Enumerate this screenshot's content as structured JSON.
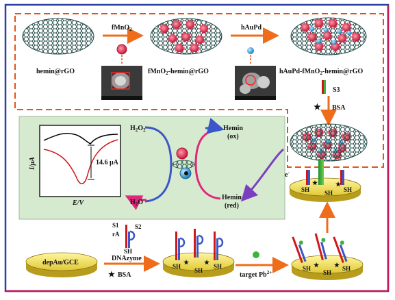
{
  "step_labels": {
    "fmno2": "fMnO",
    "fmno2_sub": "2",
    "haupd": "hAuPd",
    "s3": "S3",
    "bsa": "BSA",
    "dnazyme": "DNAzyme",
    "bsa2": "BSA",
    "target": "target Pb",
    "target_sup": "2+"
  },
  "materials": {
    "hemin_rgo": "hemin@rGO",
    "fmno2_hemin_a": "fMnO",
    "fmno2_hemin_sub": "2",
    "fmno2_hemin_b": "-hemin@rGO",
    "haupd_a": "hAuPd-fMnO",
    "haupd_sub": "2",
    "haupd_b": "-hemin@rGO",
    "electrode": "depAu/GCE"
  },
  "strands": {
    "s1": "S1",
    "s2": "S2",
    "ra": "rA",
    "sh": "SH"
  },
  "cycle": {
    "h2o2_a": "H",
    "h2o2_s1": "2",
    "h2o2_b": "O",
    "h2o2_s2": "2",
    "h2o_a": "H",
    "h2o_s1": "2",
    "h2o_b": "O",
    "hemin_ox_1": "Hemin",
    "hemin_ox_2": "(ox)",
    "hemin_red_1": "Hemin",
    "hemin_red_2": "(red)",
    "electron": "e"
  },
  "plot": {
    "ylabel": "I/μA",
    "xlabel": "E/V",
    "delta": "14.6 μA"
  },
  "colors": {
    "outer_border": "#2a3f9e",
    "outer_border_right": "#c2185b",
    "dashed_box": "#e5501a",
    "arrow": "#ef6c1a",
    "panel_bg": "#d6ead0",
    "red_trace": "#d01717",
    "black_trace": "#000000",
    "electrode_top": "#e8d84a",
    "electrode_side": "#b89c1c",
    "graphene": "#1f4a45",
    "flower": "#e23c5a",
    "blue_ball": "#2a9fd6"
  }
}
